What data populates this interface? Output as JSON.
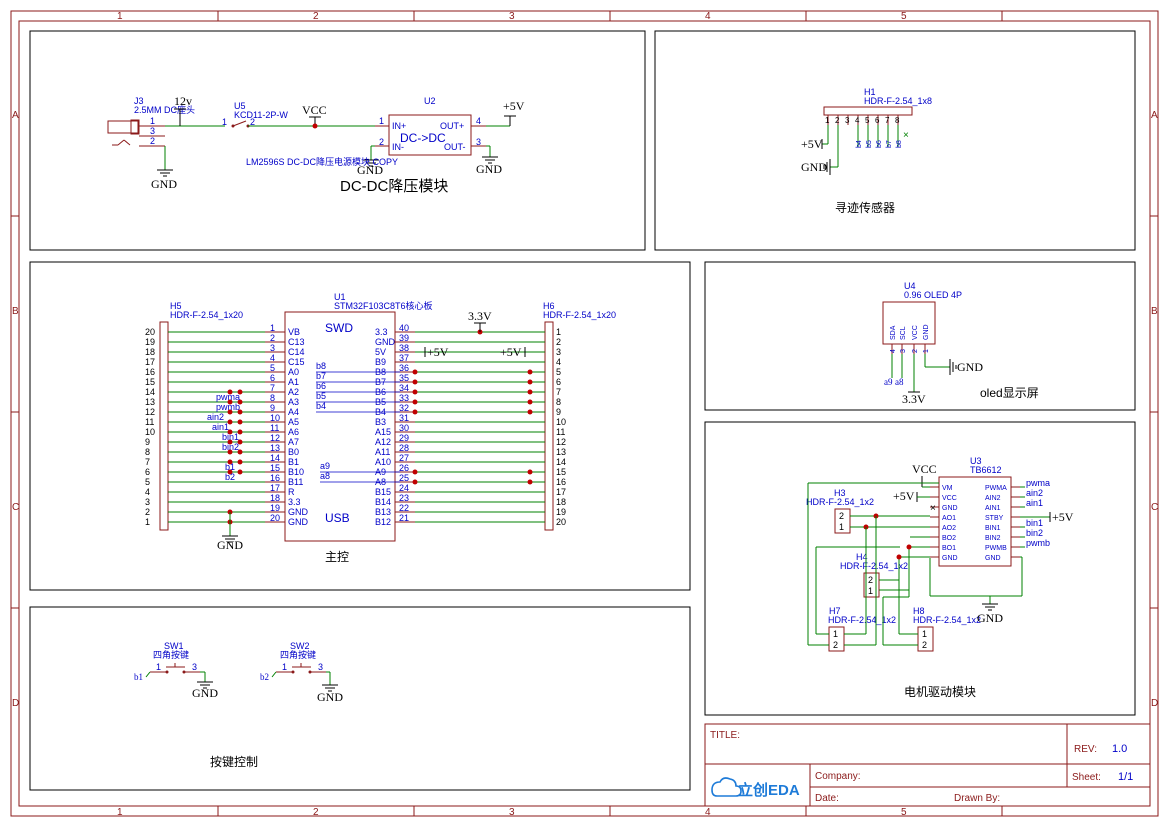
{
  "frame": {
    "col_labels": [
      "1",
      "2",
      "3",
      "4",
      "5"
    ],
    "row_labels": [
      "A",
      "B",
      "C",
      "D"
    ]
  },
  "power": {
    "r12v": "12v",
    "vcc": "VCC",
    "p5v": "+5V",
    "p33v": "3.3V",
    "gnd": "GND"
  },
  "dcdc": {
    "title": "DC-DC降压模块",
    "j3_ref": "J3",
    "j3_val": "2.5MM DC座头",
    "u5_ref": "U5",
    "u5_val": "KCD11-2P-W",
    "u2_ref": "U2",
    "u2_text": "DC->DC",
    "u2_in_p": "IN+",
    "u2_in_n": "IN-",
    "u2_out_p": "OUT+",
    "u2_out_n": "OUT-",
    "u2_val": "LM2596S DC-DC降压电源模块 COPY"
  },
  "tracker": {
    "title": "寻迹传感器",
    "h1_ref": "H1",
    "h1_val": "HDR-F-2.54_1x8",
    "pins": [
      "1",
      "2",
      "3",
      "4",
      "5",
      "6",
      "7",
      "8"
    ],
    "nets": [
      "b4",
      "b5",
      "b6",
      "b7",
      "b8"
    ]
  },
  "main": {
    "title": "主控",
    "u1_ref": "U1",
    "u1_val": "STM32F103C8T6核心板",
    "swd": "SWD",
    "usb": "USB",
    "h5_ref": "H5",
    "h5_val": "HDR-F-2.54_1x20",
    "h6_ref": "H6",
    "h6_val": "HDR-F-2.54_1x20",
    "h5_pins": [
      "20",
      "19",
      "18",
      "17",
      "16",
      "15",
      "14",
      "13",
      "12",
      "11",
      "10",
      "9",
      "8",
      "7",
      "6",
      "5",
      "4",
      "3",
      "2",
      "1"
    ],
    "left_nums": [
      "1",
      "2",
      "3",
      "4",
      "5",
      "6",
      "7",
      "8",
      "9",
      "10",
      "11",
      "12",
      "13",
      "14",
      "15",
      "16",
      "17",
      "18",
      "19",
      "20"
    ],
    "left_names": [
      "VB",
      "C13",
      "C14",
      "C15",
      "A0",
      "A1",
      "A2",
      "A3",
      "A4",
      "A5",
      "A6",
      "A7",
      "B0",
      "B1",
      "B10",
      "B11",
      "R",
      "3.3",
      "GND",
      "GND"
    ],
    "right_nums": [
      "40",
      "39",
      "38",
      "37",
      "36",
      "35",
      "34",
      "33",
      "32",
      "31",
      "30",
      "29",
      "28",
      "27",
      "26",
      "25",
      "24",
      "23",
      "22",
      "21"
    ],
    "right_names": [
      "3.3",
      "GND",
      "5V",
      "B9",
      "B8",
      "B7",
      "B6",
      "B5",
      "B4",
      "B3",
      "A15",
      "A12",
      "A11",
      "A10",
      "A9",
      "A8",
      "B15",
      "B14",
      "B13",
      "B12"
    ],
    "h6_pins": [
      "1",
      "2",
      "3",
      "4",
      "5",
      "6",
      "7",
      "8",
      "9",
      "10",
      "11",
      "12",
      "13",
      "14",
      "15",
      "16",
      "17",
      "18",
      "19",
      "20"
    ],
    "left_nets": [
      "pwma",
      "pwmb",
      "ain2",
      "ain1",
      "bin1",
      "bin2",
      "b1",
      "b2"
    ],
    "right_nets": [
      "b8",
      "b7",
      "b6",
      "b5",
      "b4",
      "a9",
      "a8"
    ]
  },
  "oled": {
    "title": "oled显示屏",
    "u4_ref": "U4",
    "u4_val": "0.96 OLED 4P",
    "pin_names": [
      "SDA",
      "SCL",
      "VCC",
      "GND"
    ],
    "pin_nums": [
      "4",
      "3",
      "2",
      "1"
    ],
    "nets": [
      "a9",
      "a8"
    ]
  },
  "motor": {
    "title": "电机驱动模块",
    "u3_ref": "U3",
    "u3_val": "TB6612",
    "left_pins": [
      "VM",
      "VCC",
      "GND",
      "AO1",
      "AO2",
      "BO2",
      "BO1",
      "GND"
    ],
    "right_pins": [
      "PWMA",
      "AIN2",
      "AIN1",
      "STBY",
      "BIN1",
      "BIN2",
      "PWMB",
      "GND"
    ],
    "right_nets": [
      "pwma",
      "ain2",
      "ain1",
      "bin1",
      "bin2",
      "pwmb"
    ],
    "h3_ref": "H3",
    "h3_val": "HDR-F-2.54_1x2",
    "h4_ref": "H4",
    "h4_val": "HDR-F-2.54_1x2",
    "h7_ref": "H7",
    "h7_val": "HDR-F-2.54_1x2",
    "h8_ref": "H8",
    "h8_val": "HDR-F-2.54_1x2",
    "pin1": "1",
    "pin2": "2"
  },
  "buttons": {
    "title": "按键控制",
    "sw1_ref": "SW1",
    "sw2_ref": "SW2",
    "sw_val": "四角按键",
    "n1": "1",
    "n3": "3",
    "b1": "b1",
    "b2": "b2"
  },
  "titleblock": {
    "title_label": "TITLE:",
    "rev_label": "REV:",
    "rev_value": "1.0",
    "company_label": "Company:",
    "sheet_label": "Sheet:",
    "sheet_value": "1/1",
    "date_label": "Date:",
    "drawn_label": "Drawn By:",
    "logo_text": "立创EDA"
  },
  "colors": {
    "frame": "#8b1a1a",
    "wire": "#008000",
    "pin_text": "#0000c8",
    "junction": "#c00000"
  }
}
